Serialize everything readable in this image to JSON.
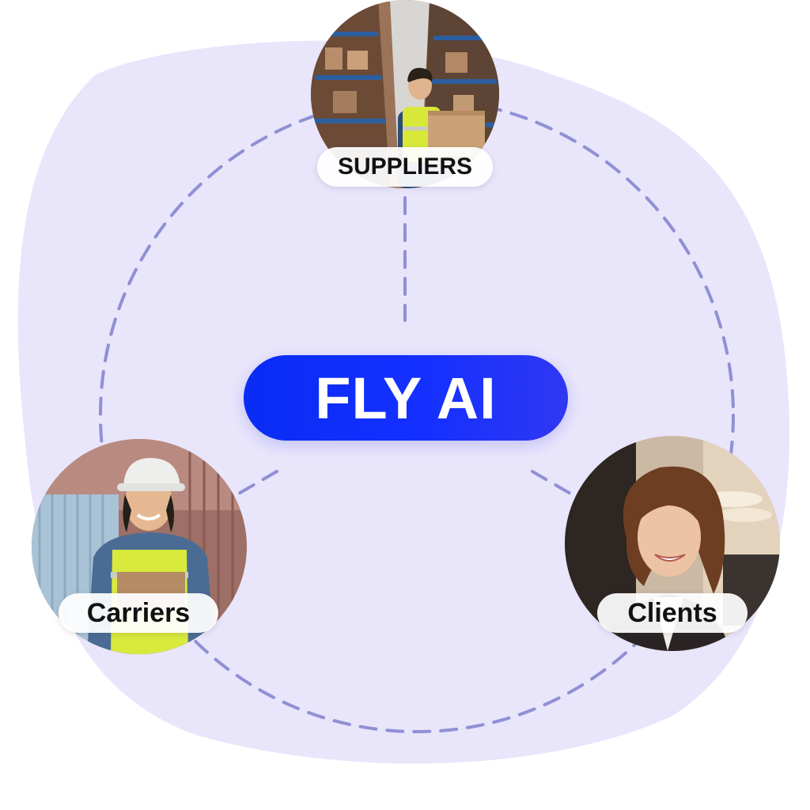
{
  "center": {
    "label": "FLY AI"
  },
  "nodes": [
    {
      "label": "SUPPLIERS",
      "photo": "warehouse-worker-with-box"
    },
    {
      "label": "Carriers",
      "photo": "worker-in-hard-hat-at-shipping-containers"
    },
    {
      "label": "Clients",
      "photo": "smiling-woman-in-office"
    }
  ],
  "colors": {
    "background_blob": "#e9e5fb",
    "dashed_line": "#8f90d4",
    "pill": "#1430ff",
    "pill_text": "#ffffff",
    "label_bg": "#ffffff",
    "label_text": "#111111"
  }
}
